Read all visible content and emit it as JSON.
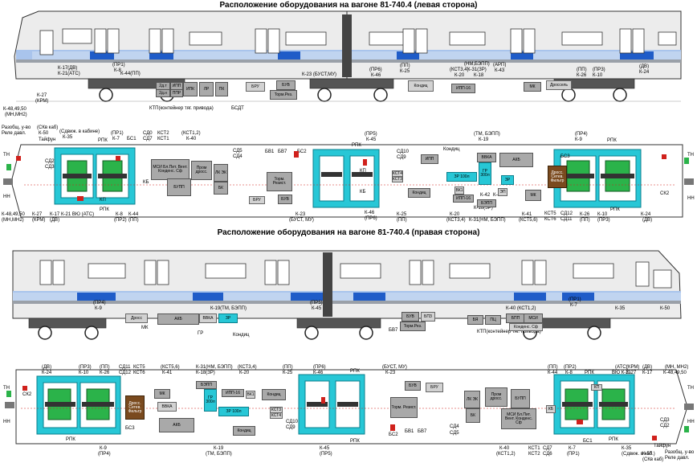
{
  "titles": {
    "left": "Расположение оборудования на вагоне 81-740.4  (левая сторона)",
    "right": "Расположение оборудования на вагоне 81-740.4 (правая сторона)"
  },
  "colors": {
    "body": "#e6e6e6",
    "stripe": "#1f5cc8",
    "lightstripe": "#a9c4ec",
    "cyan": "#27c7d6",
    "green": "#2bb34a",
    "brown": "#7a4a1e",
    "red": "#d0211c"
  },
  "side_left_labels": [
    {
      "t": "К-17(ДВ)"
    },
    {
      "t": "К-21(АТС)"
    },
    {
      "t": "К-44(ПП)"
    },
    {
      "t": "К-27"
    },
    {
      "t": "(КРМ)"
    },
    {
      "t": "К-48,49,50"
    },
    {
      "t": "(МН,МН2)"
    },
    {
      "t": "К-23 (БУСТ,МУ)"
    },
    {
      "t": "КТП(контейнер тяг. привода)"
    },
    {
      "t": "БСДТ"
    },
    {
      "t": "(ПР6)"
    },
    {
      "t": "К-46"
    },
    {
      "t": "(КСТ3,4)"
    },
    {
      "t": "К-20"
    },
    {
      "t": "(НМ,БЭПП)"
    },
    {
      "t": "К-31(ЗР)"
    },
    {
      "t": "К-18"
    },
    {
      "t": "(АРП)"
    },
    {
      "t": "К-43"
    },
    {
      "t": "(ПП)"
    },
    {
      "t": "К-25"
    },
    {
      "t": "(ПП)"
    },
    {
      "t": "К-26"
    },
    {
      "t": "(ПР3)"
    },
    {
      "t": "К-10"
    },
    {
      "t": "(ДВ)"
    },
    {
      "t": "К-24"
    },
    {
      "t": "(ПР1)"
    },
    {
      "t": "К-8"
    }
  ],
  "side_left_boxes": [
    {
      "t": "2д.т"
    },
    {
      "t": "2д.н"
    },
    {
      "t": "ИПП"
    },
    {
      "t": "ППР"
    },
    {
      "t": "ИПК"
    },
    {
      "t": "ЛР"
    },
    {
      "t": "ПК"
    },
    {
      "t": "БРУ"
    },
    {
      "t": "БУВ"
    },
    {
      "t": "Торм.Рез."
    },
    {
      "t": "Кондиц"
    },
    {
      "t": "ИПП-16"
    },
    {
      "t": "МК"
    },
    {
      "t": "Дроссель"
    }
  ],
  "plan_left_labels": [
    {
      "t": "Разобщ. у-во"
    },
    {
      "t": "Реле давл."
    },
    {
      "t": "(СКв каб)"
    },
    {
      "t": "К-50"
    },
    {
      "t": "Тайфун"
    },
    {
      "t": "(Сдвиж. в кабине)"
    },
    {
      "t": "К-35"
    },
    {
      "t": "(ПР1)"
    },
    {
      "t": "К-7"
    },
    {
      "t": "РПК"
    },
    {
      "t": "БС1"
    },
    {
      "t": "СД0"
    },
    {
      "t": "СД7"
    },
    {
      "t": "КСТ2"
    },
    {
      "t": "КСТ1"
    },
    {
      "t": "(КСТ1,2)"
    },
    {
      "t": "К-40"
    },
    {
      "t": "СД5"
    },
    {
      "t": "СД4"
    },
    {
      "t": "БВ1"
    },
    {
      "t": "БВ7"
    },
    {
      "t": "БС2"
    },
    {
      "t": "РПК"
    },
    {
      "t": "(ПР5)"
    },
    {
      "t": "К-45"
    },
    {
      "t": "СД10"
    },
    {
      "t": "СД9"
    },
    {
      "t": "(ТМ, БЭПП)"
    },
    {
      "t": "К-19"
    },
    {
      "t": "Кондиц"
    },
    {
      "t": "(ПР4)"
    },
    {
      "t": "К-9"
    },
    {
      "t": "РПК"
    },
    {
      "t": "БС3"
    },
    {
      "t": "ТН"
    },
    {
      "t": "НН"
    },
    {
      "t": "СД2"
    },
    {
      "t": "СД3"
    },
    {
      "t": "К-48,49,50"
    },
    {
      "t": "(МН,МН2)"
    },
    {
      "t": "К-27"
    },
    {
      "t": "(КРМ)"
    },
    {
      "t": "К-17"
    },
    {
      "t": "(ДВ)"
    },
    {
      "t": "К-21 ВЮ (АТС)"
    },
    {
      "t": "РПК"
    },
    {
      "t": "К-8"
    },
    {
      "t": "(ПР2)"
    },
    {
      "t": "К-44"
    },
    {
      "t": "(ПП)"
    },
    {
      "t": "К-23"
    },
    {
      "t": "(БУСТ, МУ)"
    },
    {
      "t": "К-46"
    },
    {
      "t": "(ПР6)"
    },
    {
      "t": "К-25"
    },
    {
      "t": "(ПП)"
    },
    {
      "t": "К-20"
    },
    {
      "t": "(КСТ3,4)"
    },
    {
      "t": "К-18(ЗР)"
    },
    {
      "t": "К-31(НМ, БЭПП)"
    },
    {
      "t": "К-41"
    },
    {
      "t": "(КСТ5,6)"
    },
    {
      "t": "КСТ5"
    },
    {
      "t": "КСТ6"
    },
    {
      "t": "СД12"
    },
    {
      "t": "СД11"
    },
    {
      "t": "К-26"
    },
    {
      "t": "(ПП)"
    },
    {
      "t": "К-10"
    },
    {
      "t": "(ПР3)"
    },
    {
      "t": "РПК"
    },
    {
      "t": "К-24"
    },
    {
      "t": "(ДВ)"
    },
    {
      "t": "СК2"
    },
    {
      "t": "ТН"
    },
    {
      "t": "НН"
    },
    {
      "t": "КБ"
    },
    {
      "t": "КП"
    },
    {
      "t": "КБ"
    },
    {
      "t": "КП"
    },
    {
      "t": "К-42"
    },
    {
      "t": "К-43"
    }
  ],
  "plan_left_boxes": [
    {
      "t": "МСИ Бл.Пит. Вент. Конденс. Сф"
    },
    {
      "t": "БУПП"
    },
    {
      "t": "Пром дросс."
    },
    {
      "t": "ЛК ЭК"
    },
    {
      "t": "БК"
    },
    {
      "t": "Торм. Резист."
    },
    {
      "t": "БРУ"
    },
    {
      "t": "БУВ"
    },
    {
      "t": "КСТ4"
    },
    {
      "t": "КСТ3"
    },
    {
      "t": "Кондиц"
    },
    {
      "t": "ИПП"
    },
    {
      "t": "ЗР 100л"
    },
    {
      "t": "ВК1"
    },
    {
      "t": "ИПП-16"
    },
    {
      "t": "ВВКА"
    },
    {
      "t": "ГР 300л"
    },
    {
      "t": "БЭПП"
    },
    {
      "t": "АКБ"
    },
    {
      "t": "МК"
    },
    {
      "t": "Дросс. Сетев. Фильтр"
    },
    {
      "t": "ЭП"
    },
    {
      "t": "ЗР"
    }
  ],
  "side_right_labels": [
    {
      "t": "(ПР4)"
    },
    {
      "t": "К-9"
    },
    {
      "t": "К-19(ТМ, БЭПП)"
    },
    {
      "t": "(ПР5)"
    },
    {
      "t": "К-45"
    },
    {
      "t": "К-40 (КСТ1,2)"
    },
    {
      "t": "(ПР1)"
    },
    {
      "t": "К-7"
    },
    {
      "t": "К-35"
    },
    {
      "t": "К-50"
    },
    {
      "t": "МК"
    },
    {
      "t": "ГР"
    },
    {
      "t": "Кондиц"
    },
    {
      "t": "БВ7"
    },
    {
      "t": "КТП(контейнер тяг. привода)"
    }
  ],
  "side_right_boxes": [
    {
      "t": "Дросс"
    },
    {
      "t": "АКБ"
    },
    {
      "t": "ВВКА"
    },
    {
      "t": "ЗР"
    },
    {
      "t": "Торм.Рез."
    },
    {
      "t": "БУВ"
    },
    {
      "t": "БПЗ"
    },
    {
      "t": "БЯ"
    },
    {
      "t": "ПЦ"
    },
    {
      "t": "БПП"
    },
    {
      "t": "МСИ"
    },
    {
      "t": "Конденс. Сф"
    }
  ],
  "plan_right_labels": [
    {
      "t": "(ДВ)"
    },
    {
      "t": "К-24"
    },
    {
      "t": "(ПР3)"
    },
    {
      "t": "К-10"
    },
    {
      "t": "(ПП)"
    },
    {
      "t": "К-26"
    },
    {
      "t": "СД11"
    },
    {
      "t": "СД12"
    },
    {
      "t": "КСТ5"
    },
    {
      "t": "КСТ6"
    },
    {
      "t": "(КСТ5,6)"
    },
    {
      "t": "К-41"
    },
    {
      "t": "К-31(НМ, БЭПП)"
    },
    {
      "t": "К-18(ЗР)"
    },
    {
      "t": "(КСТ3,4)"
    },
    {
      "t": "К-20"
    },
    {
      "t": "(ПП)"
    },
    {
      "t": "К-25"
    },
    {
      "t": "(ПР6)"
    },
    {
      "t": "К-46"
    },
    {
      "t": "РПК"
    },
    {
      "t": "(БУСТ, МУ)"
    },
    {
      "t": "К-23"
    },
    {
      "t": "(ПП)"
    },
    {
      "t": "(ПР2)"
    },
    {
      "t": "К-44"
    },
    {
      "t": "К-8"
    },
    {
      "t": "РПК"
    },
    {
      "t": "(АТС)"
    },
    {
      "t": "ВЮ К-21"
    },
    {
      "t": "(КРМ)"
    },
    {
      "t": "К-27"
    },
    {
      "t": "(ДВ)"
    },
    {
      "t": "К-17"
    },
    {
      "t": "(МН, МН2)"
    },
    {
      "t": "К-48,49,50"
    },
    {
      "t": "СК2"
    },
    {
      "t": "ТН"
    },
    {
      "t": "НН"
    },
    {
      "t": "РПК"
    },
    {
      "t": "К-9"
    },
    {
      "t": "(ПР4)"
    },
    {
      "t": "БС3"
    },
    {
      "t": "К-19"
    },
    {
      "t": "(ТМ, БЭПП)"
    },
    {
      "t": "СД10"
    },
    {
      "t": "СД9"
    },
    {
      "t": "К-45"
    },
    {
      "t": "(ПР5)"
    },
    {
      "t": "РПК"
    },
    {
      "t": "БС2"
    },
    {
      "t": "БВ1"
    },
    {
      "t": "БВ7"
    },
    {
      "t": "СД5"
    },
    {
      "t": "СД4"
    },
    {
      "t": "К-40"
    },
    {
      "t": "(КСТ1,2)"
    },
    {
      "t": "КСТ1"
    },
    {
      "t": "КСТ2"
    },
    {
      "t": "СД7"
    },
    {
      "t": "СД6"
    },
    {
      "t": "К-7"
    },
    {
      "t": "(ПР1)"
    },
    {
      "t": "БС1"
    },
    {
      "t": "РПК"
    },
    {
      "t": "К-35"
    },
    {
      "t": "(Сдвиж. в каб.)"
    },
    {
      "t": "Тайфун"
    },
    {
      "t": "К-50"
    },
    {
      "t": "(СКв каб)"
    },
    {
      "t": "Разобщ. у-во"
    },
    {
      "t": "Реле давл."
    },
    {
      "t": "СД3"
    },
    {
      "t": "СД2"
    },
    {
      "t": "ТН"
    },
    {
      "t": "НН"
    }
  ],
  "plan_right_boxes": [
    {
      "t": "Дросс. Сетев. Фильтр"
    },
    {
      "t": "МК"
    },
    {
      "t": "ВВКА"
    },
    {
      "t": "АКБ"
    },
    {
      "t": "ГР 300л"
    },
    {
      "t": "ЗР 100л"
    },
    {
      "t": "ИПП-16"
    },
    {
      "t": "ВК1"
    },
    {
      "t": "БЭПП"
    },
    {
      "t": "Кондиц"
    },
    {
      "t": "КСТ3"
    },
    {
      "t": "КСТ4"
    },
    {
      "t": "Кондиц"
    },
    {
      "t": "БУВ"
    },
    {
      "t": "БРУ"
    },
    {
      "t": "Торм. Резист."
    },
    {
      "t": "ЛК ЭК"
    },
    {
      "t": "БК"
    },
    {
      "t": "МСИ Бл.Пит. Вент. Конденс. Сф"
    },
    {
      "t": "БУПП"
    },
    {
      "t": "Пром дросс."
    },
    {
      "t": "КП"
    },
    {
      "t": "КБ"
    }
  ]
}
